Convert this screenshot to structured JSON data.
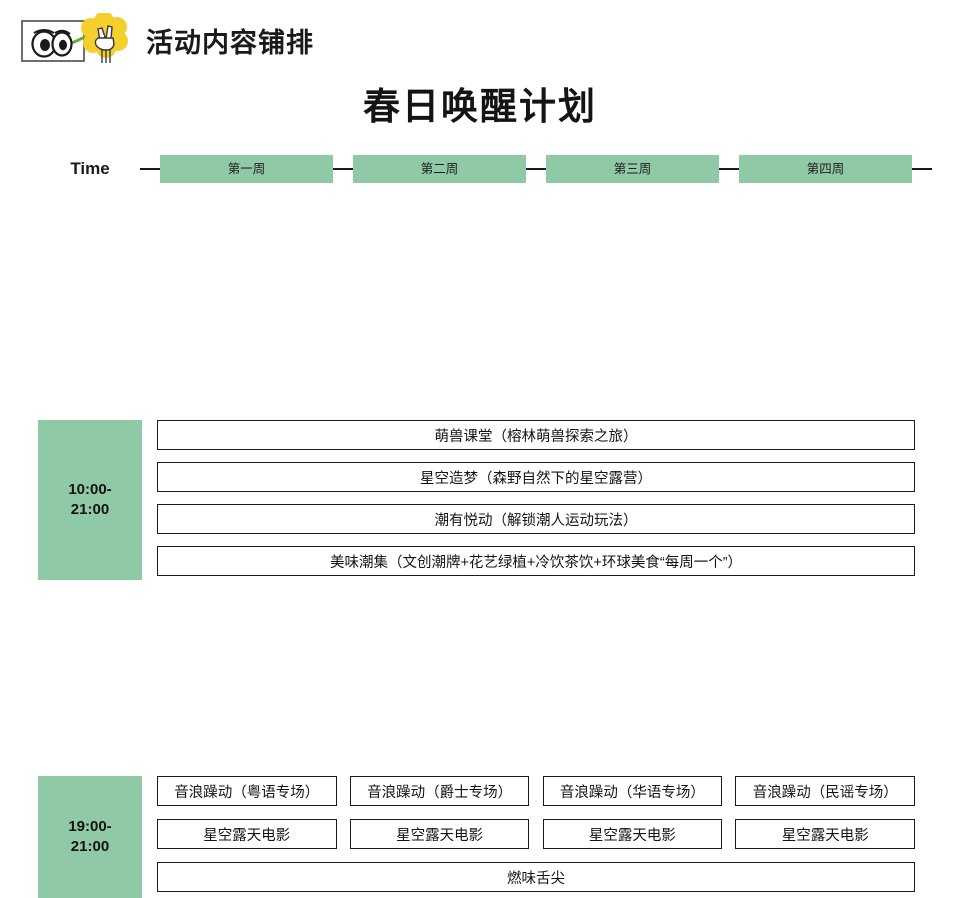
{
  "header": {
    "title": "活动内容铺排",
    "logo_icon": "eyes-flower-peace-hand-logo"
  },
  "main_title": "春日唤醒计划",
  "timeline": {
    "label": "Time",
    "weeks": [
      {
        "label": "第一周"
      },
      {
        "label": "第二周"
      },
      {
        "label": "第三周"
      },
      {
        "label": "第四周"
      }
    ]
  },
  "colors": {
    "green": "#8fc9a5",
    "border": "#1a1a1a",
    "text": "#141414"
  },
  "sections": [
    {
      "time": "10:00-\n21:00",
      "rows": [
        {
          "type": "full",
          "cells": [
            "萌兽课堂（榕林萌兽探索之旅）"
          ]
        },
        {
          "type": "full",
          "cells": [
            "星空造梦（森野自然下的星空露营）"
          ]
        },
        {
          "type": "full",
          "cells": [
            "潮有悦动（解锁潮人运动玩法）"
          ]
        },
        {
          "type": "full",
          "cells": [
            "美味潮集（文创潮牌+花艺绿植+冷饮茶饮+环球美食“每周一个”）"
          ]
        }
      ]
    },
    {
      "time": "19:00-\n21:00",
      "rows": [
        {
          "type": "quarters",
          "cells": [
            "音浪躁动（粤语专场）",
            "音浪躁动（爵士专场）",
            "音浪躁动（华语专场）",
            "音浪躁动（民谣专场）"
          ]
        },
        {
          "type": "quarters",
          "cells": [
            "星空露天电影",
            "星空露天电影",
            "星空露天电影",
            "星空露天电影"
          ]
        },
        {
          "type": "full",
          "cells": [
            "燃味舌尖"
          ]
        }
      ]
    }
  ]
}
